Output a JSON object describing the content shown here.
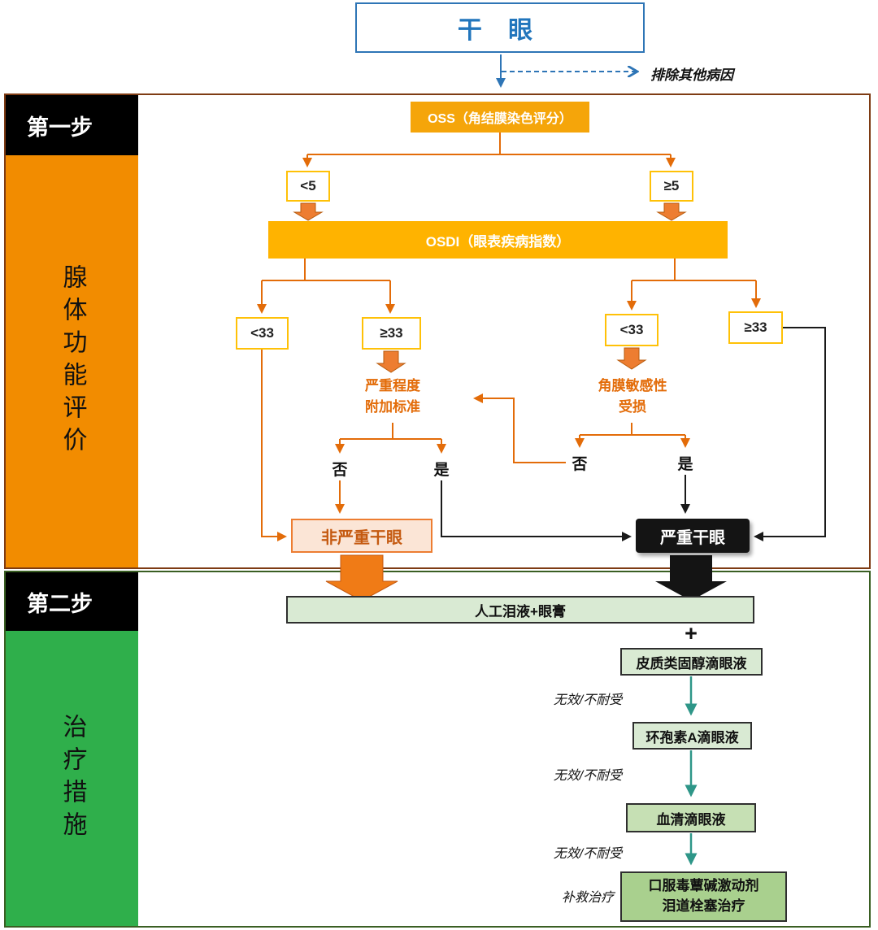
{
  "title": "干  眼",
  "exclude_note": "排除其他病因",
  "step1": {
    "label": "第一步",
    "sidebar": "腺体功能评价",
    "oss": "OSS（角结膜染色评分）",
    "lt5": "<5",
    "ge5": "≥5",
    "osdi": "OSDI（眼表疾病指数）",
    "lt33_left": "<33",
    "ge33_left": "≥33",
    "lt33_right": "<33",
    "ge33_right": "≥33",
    "severity_criteria": "严重程度\n附加标准",
    "corneal_damage": "角膜敏感性\n受损",
    "no_left": "否",
    "yes_left": "是",
    "no_right": "否",
    "yes_right": "是",
    "non_severe": "非严重干眼",
    "severe": "严重干眼"
  },
  "step2": {
    "label": "第二步",
    "sidebar": "治疗措施",
    "artificial_tears": "人工泪液+眼膏",
    "plus": "+",
    "steroid": "皮质类固醇滴眼液",
    "ineffective_1": "无效/不耐受",
    "cyclosporine": "环孢素A滴眼液",
    "ineffective_2": "无效/不耐受",
    "serum": "血清滴眼液",
    "ineffective_3": "无效/不耐受",
    "salvage": "补救治疗",
    "final_treatment": "口服毒蕈碱激动剂\n泪道栓塞治疗"
  },
  "colors": {
    "blue_accent": "#2E75B6",
    "amber": "#FFB300",
    "orange_line": "#E36C09",
    "orange_sidebar": "#F28C00",
    "green_sidebar": "#2FAF4B",
    "light_green_box": "#D9EAD3",
    "medium_green_box": "#A9D08E",
    "teal_arrow": "#2E9688",
    "step1_border": "#7E3B13",
    "step2_border": "#3A5F23"
  }
}
